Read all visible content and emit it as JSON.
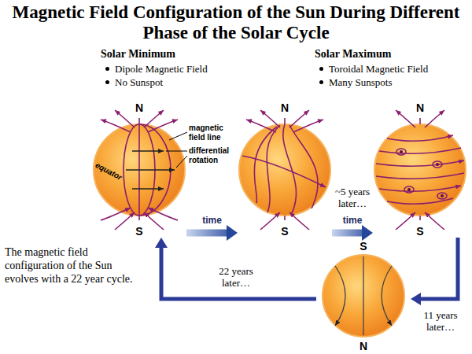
{
  "diagram": {
    "title": "Magnetic Field Configuration of the Sun During Different Phase of the Solar Cycle",
    "nodes": [
      {
        "text": [
          "N",
          "S"
        ]
      },
      {
        "text": [
          "N",
          "S"
        ]
      },
      {
        "text": [
          "N",
          "S"
        ]
      },
      {
        "text": [
          "S",
          "N"
        ]
      }
    ],
    "edges": [
      {
        "from": 0,
        "to": 1,
        "arrow": "to",
        "label": "time"
      },
      {
        "from": 1,
        "to": 2,
        "arrow": "to",
        "label": "time"
      },
      {
        "from": 2,
        "to": 3,
        "arrow": "to",
        "label": "11 years later…"
      },
      {
        "from": 3,
        "to": 0,
        "arrow": "to",
        "label": "22 years later…"
      }
    ],
    "labels": [
      "Solar Minimum",
      "Dipole Magnetic Field",
      "No Sunspot",
      "Solar Maximum",
      "Toroidal Magnetic Field",
      "Many Sunspots",
      "magnetic field line",
      "differential rotation",
      "equator",
      "~5 years later…",
      "The magnetic field configuration of the Sun evolves with a 22 year cycle."
    ]
  }
}
